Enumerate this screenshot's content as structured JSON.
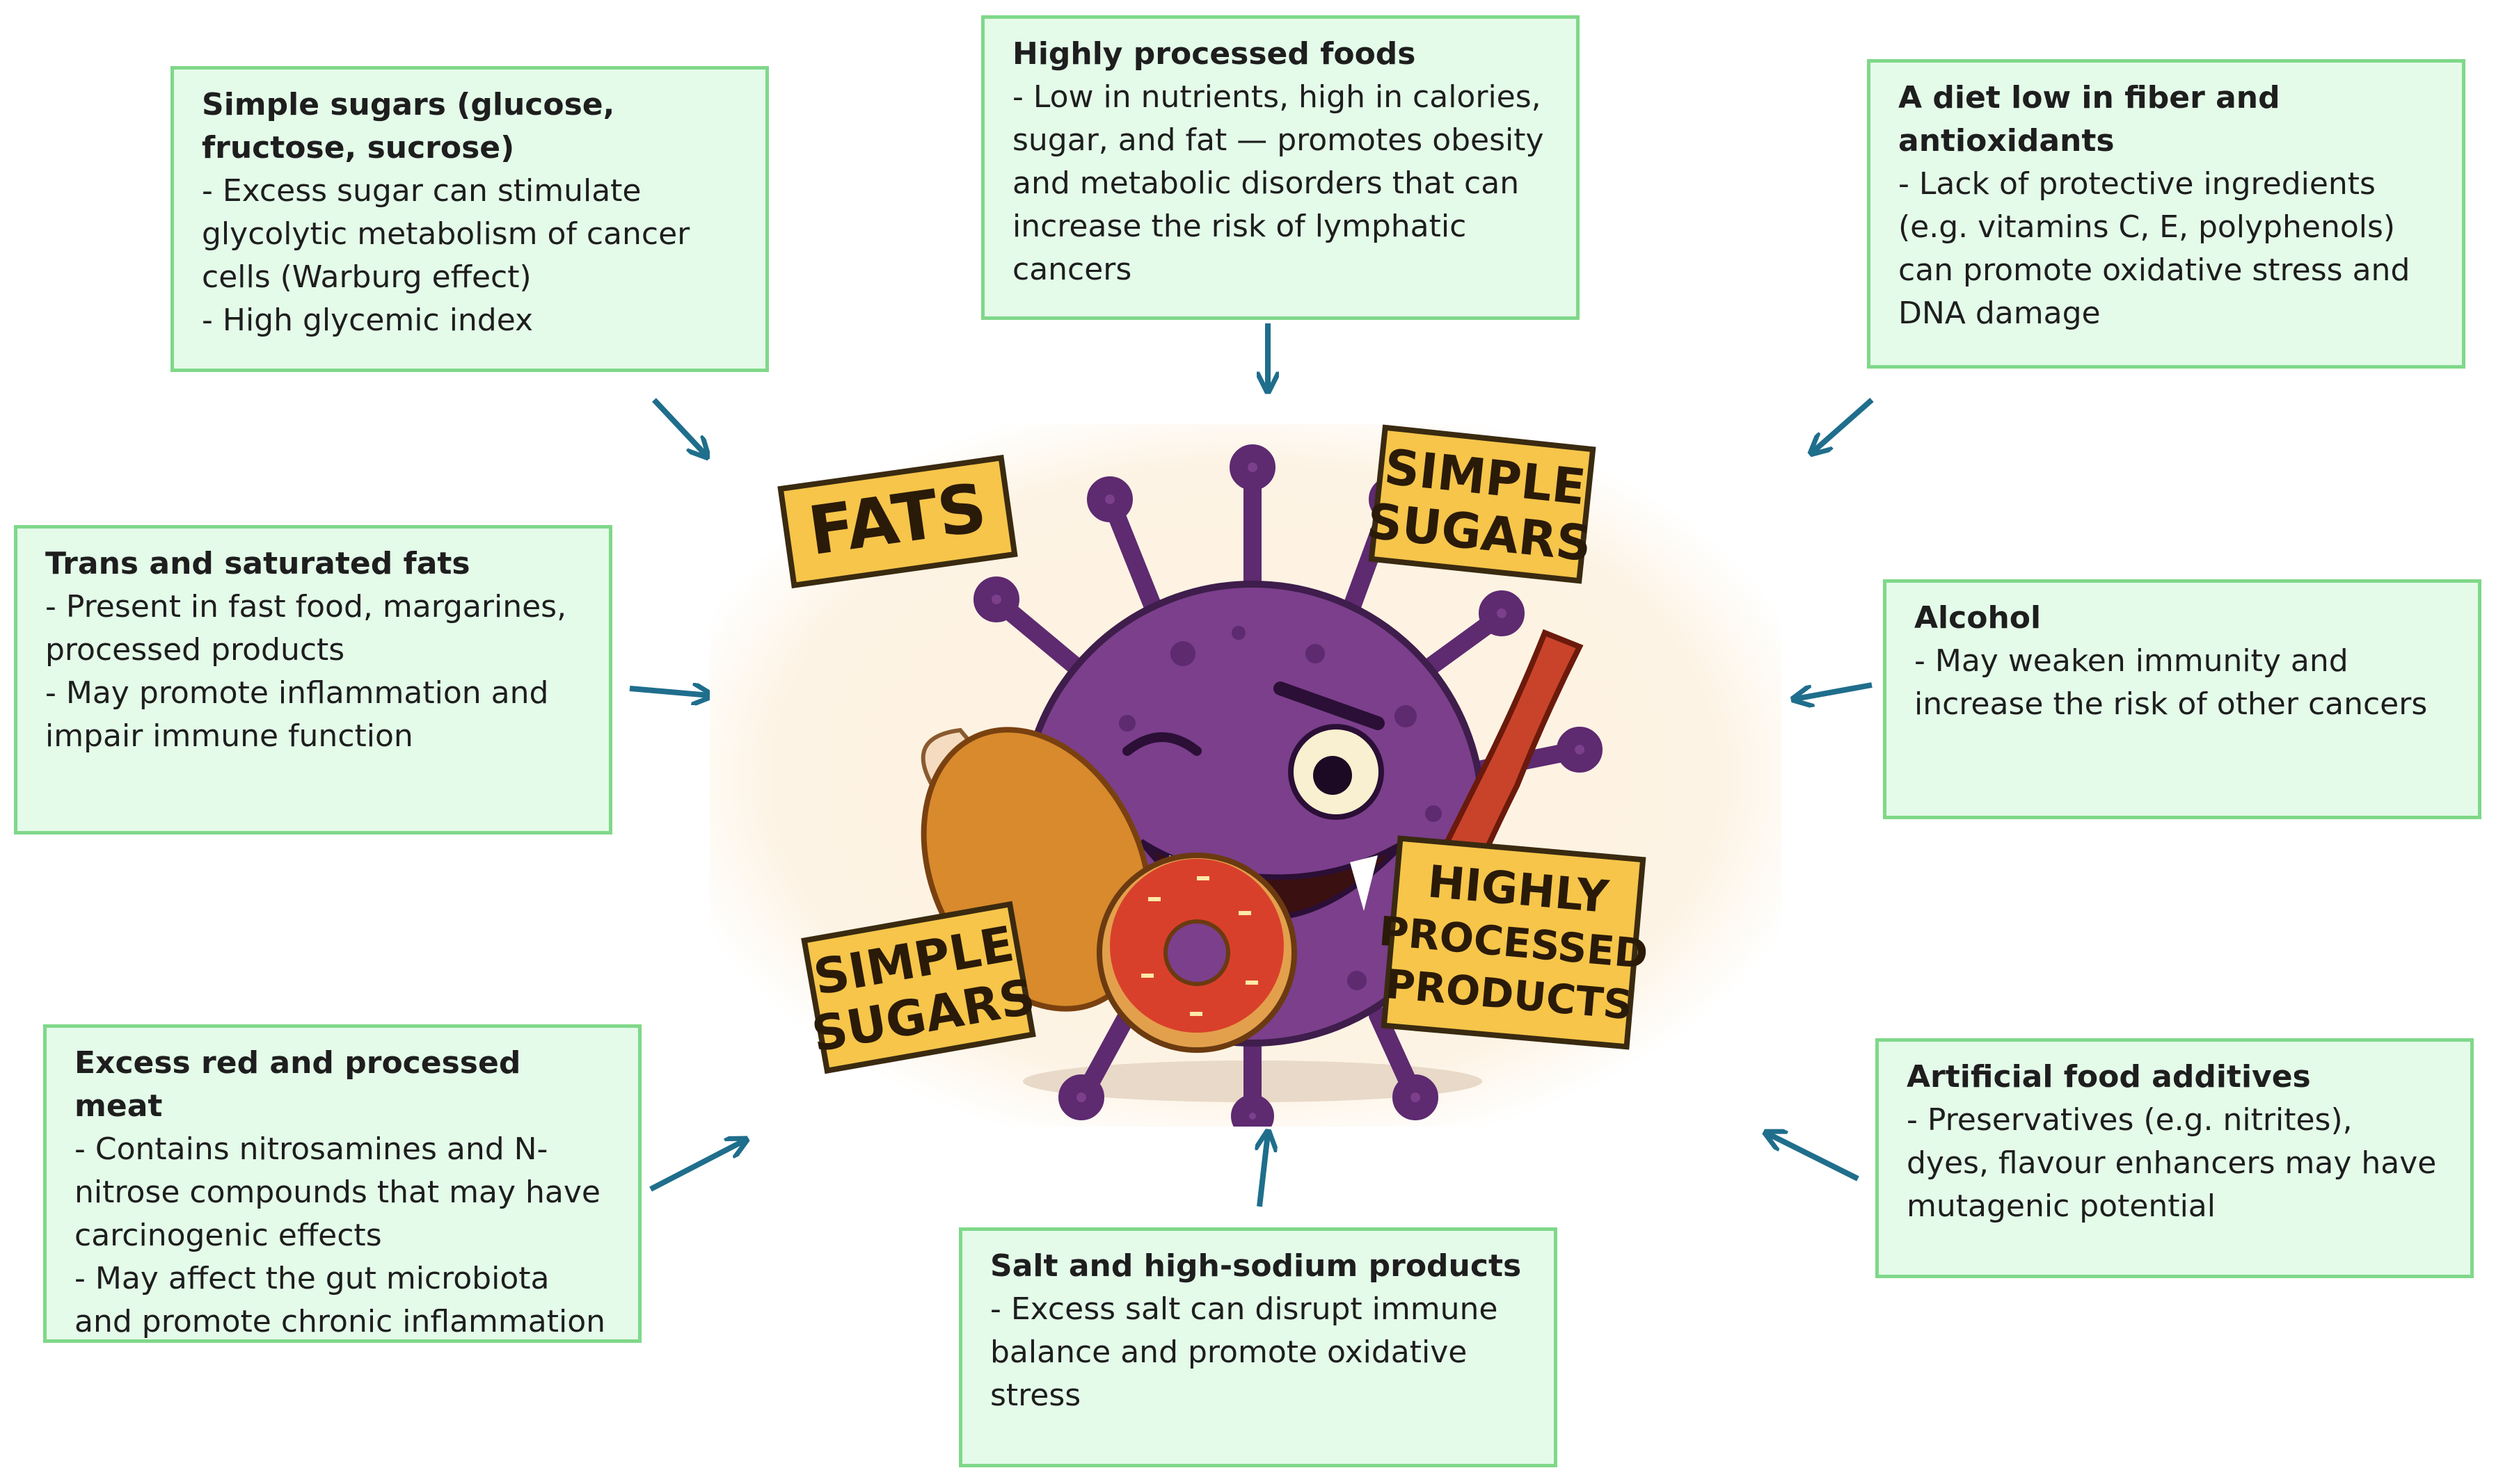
{
  "boxes": {
    "simple_sugars": {
      "title": "Simple sugars (glucose, fructose, sucrose)",
      "lines": [
        "- Excess sugar can stimulate glycolytic metabolism of cancer cells (Warburg effect)",
        "- High glycemic index"
      ]
    },
    "processed_foods": {
      "title": "Highly processed foods",
      "lines": [
        "- Low in nutrients, high in calories, sugar, and fat — promotes obesity and metabolic disorders that can increase the risk of lymphatic cancers"
      ]
    },
    "fiber": {
      "title": "A diet low in fiber and antioxidants",
      "lines": [
        "- Lack of protective ingredients (e.g. vitamins C, E, polyphenols) can promote oxidative stress and DNA damage"
      ]
    },
    "fats": {
      "title": "Trans and saturated fats",
      "lines": [
        "- Present in fast food, margarines, processed products",
        "- May promote inflammation and impair immune function"
      ]
    },
    "alcohol": {
      "title": "Alcohol",
      "lines": [
        "- May weaken immunity and increase the risk of other cancers"
      ]
    },
    "red_meat": {
      "title": "Excess red and processed meat",
      "lines": [
        "- Contains nitrosamines and N-nitrose compounds that may have carcinogenic effects",
        "- May affect the gut microbiota and promote chronic inflammation"
      ]
    },
    "salt": {
      "title": "Salt and high-sodium products",
      "lines": [
        "- Excess salt can disrupt immune balance and promote oxidative stress"
      ]
    },
    "additives": {
      "title": "Artificial food additives",
      "lines": [
        "- Preservatives (e.g. nitrites), dyes, flavour enhancers may have mutagenic potential"
      ]
    }
  },
  "illustration": {
    "sign_fats": "FATS",
    "sign_simple_sugars_top": [
      "SIMPLE",
      "SUGARS"
    ],
    "sign_simple_sugars_bottom": [
      "SIMPLE",
      "SUGARS"
    ],
    "sign_processed": [
      "HIGHLY",
      "PROCESSED",
      "PRODUCTS"
    ]
  },
  "colors": {
    "box_fill": "#e4fbe9",
    "box_border": "#7fd889",
    "arrow": "#1f6e8c",
    "virus": "#7b3f8c",
    "sign": "#f6c54a"
  }
}
